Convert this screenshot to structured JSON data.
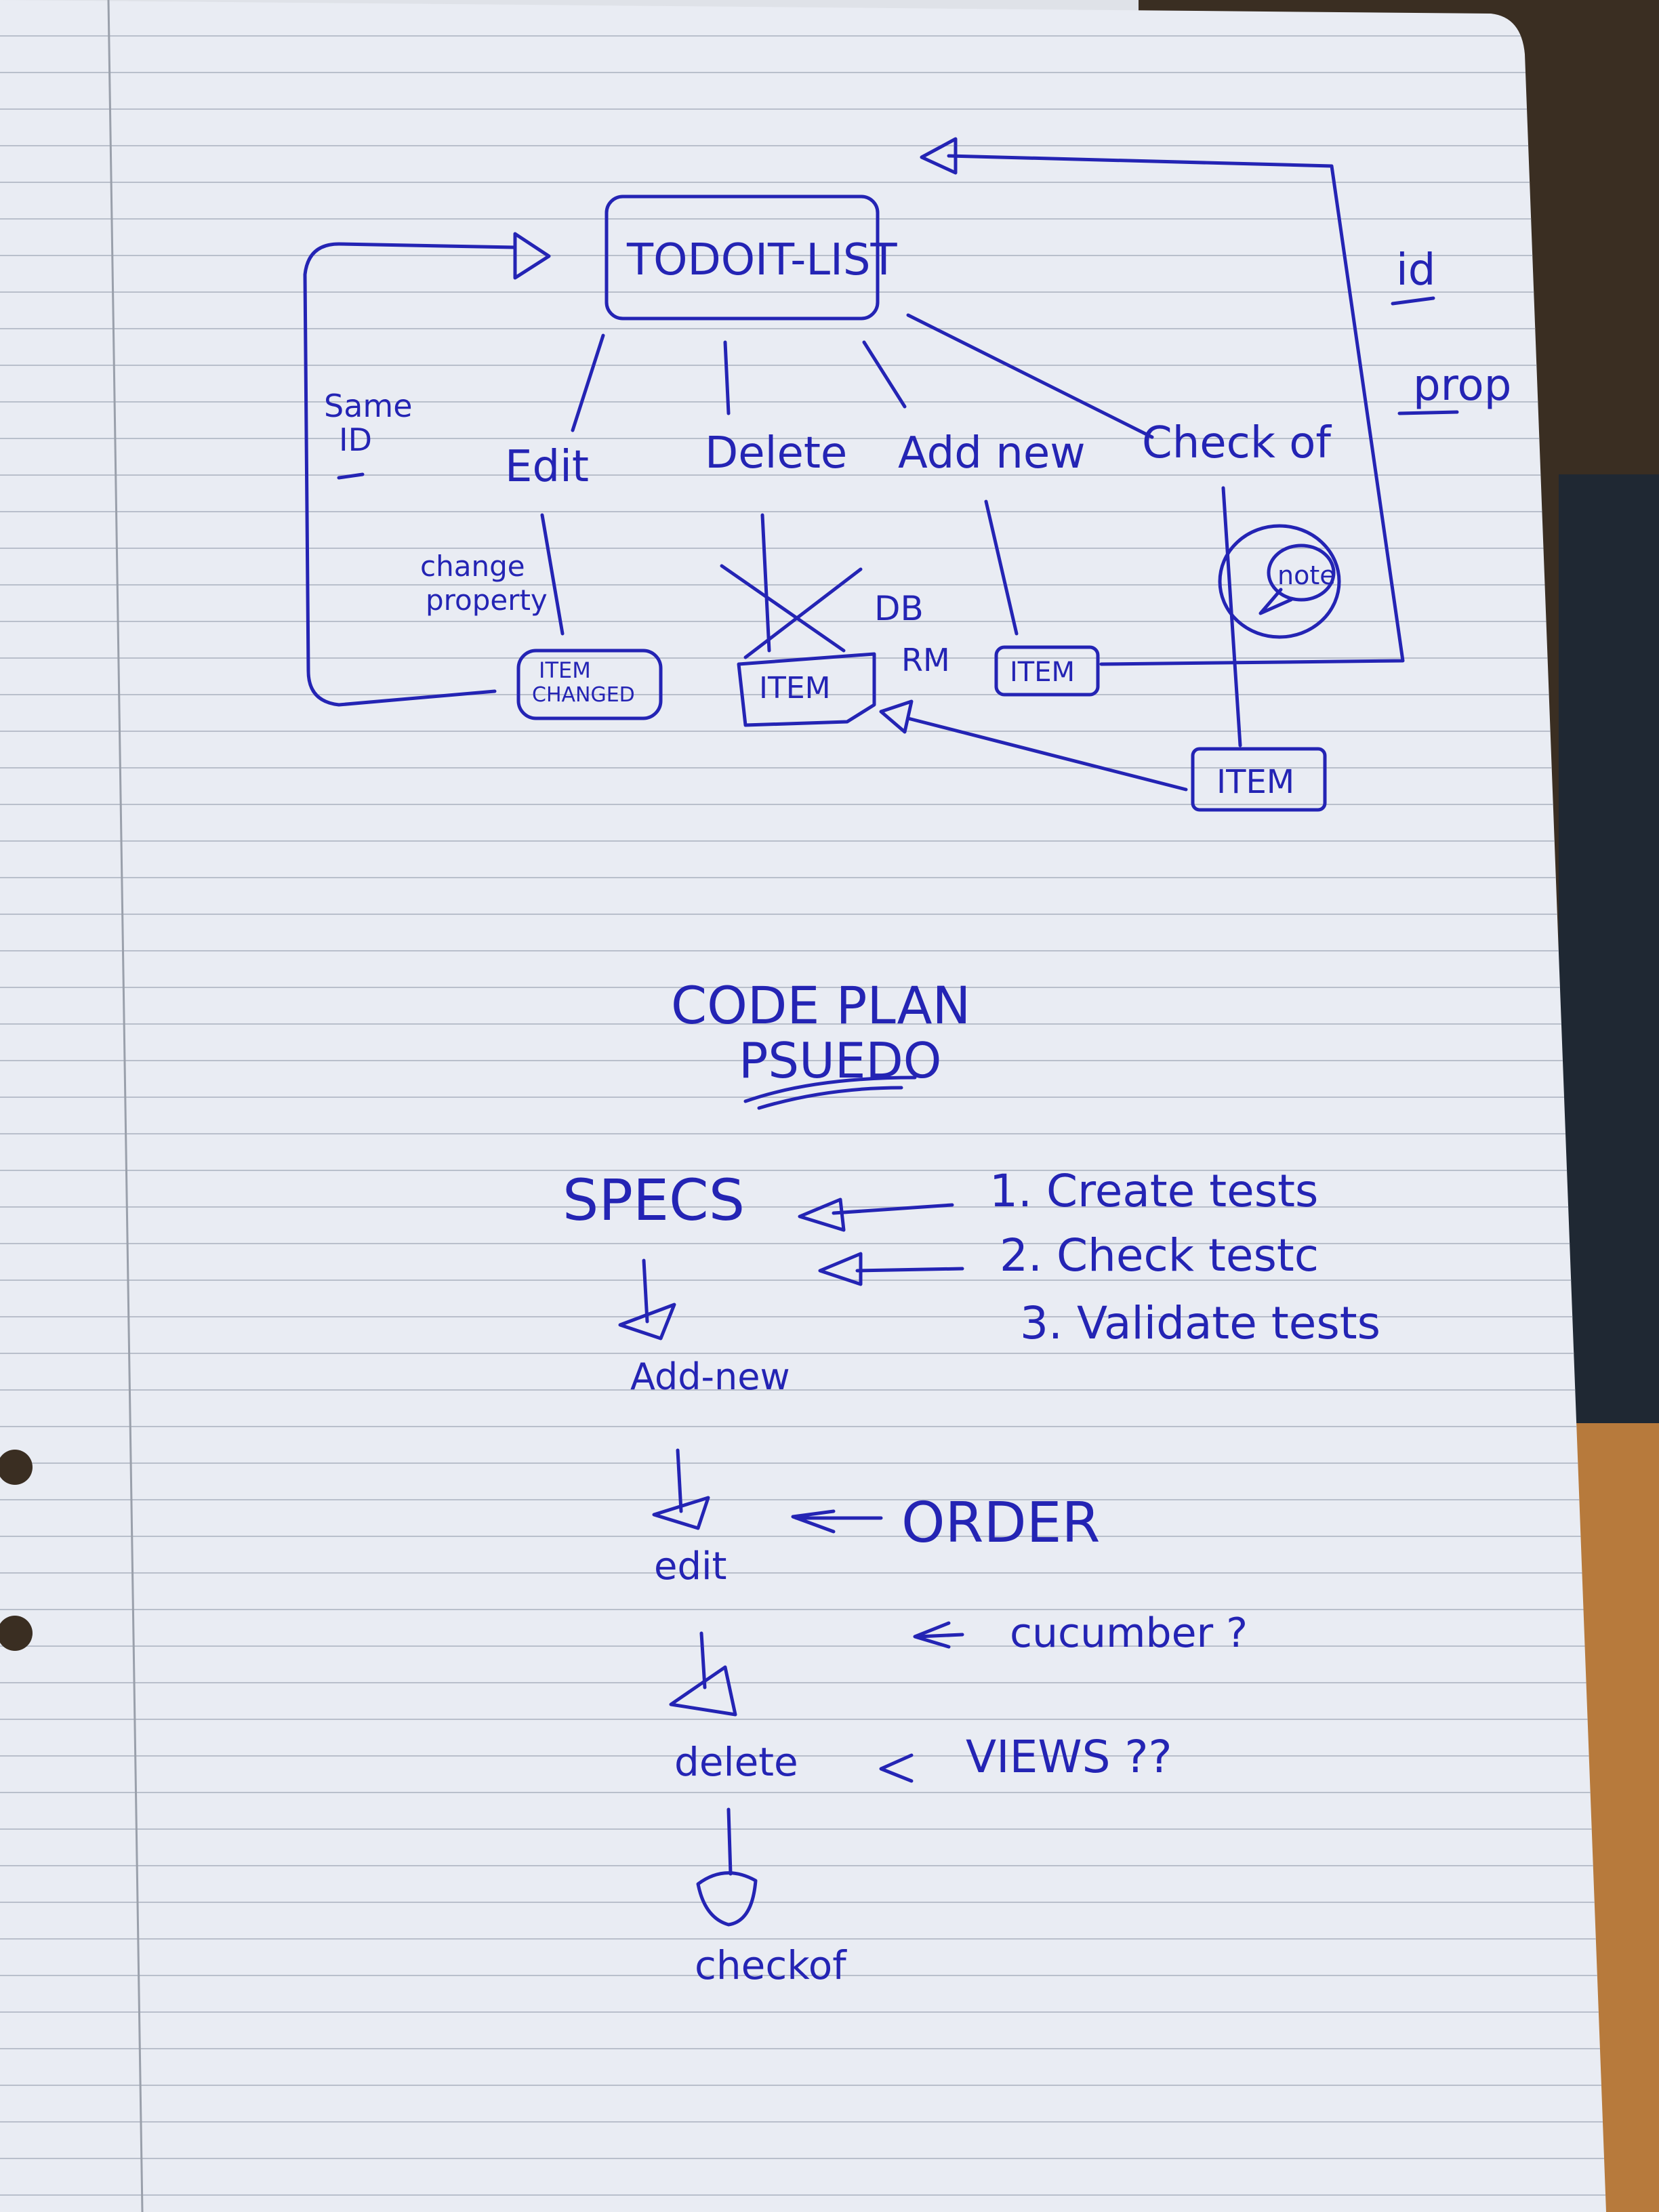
{
  "diagram": {
    "root": "TODOIT-LIST",
    "actions": {
      "edit": "Edit",
      "delete": "Delete",
      "add_new": "Add new",
      "check_of": "Check of"
    },
    "items": {
      "changed": [
        "ITEM",
        "CHANGED"
      ],
      "deleted": "ITEM",
      "added": "ITEM",
      "checked": "ITEM"
    },
    "annotations": {
      "same_id": [
        "Same",
        "ID"
      ],
      "change_property": [
        "change",
        "property"
      ],
      "db": "DB",
      "rm": "RM",
      "note": "note",
      "id": "id",
      "prop": "prop"
    }
  },
  "plan": {
    "title": "CODE PLAN",
    "subtitle": "PSUEDO",
    "specs": "SPECS",
    "steps": [
      "1. Create tests",
      "2. Check testc",
      "3. Validate tests"
    ],
    "flow": [
      "Add-new",
      "edit",
      "delete",
      "checkof"
    ],
    "notes": {
      "order": "ORDER",
      "cucumber": "cucumber ?",
      "views": "VIEWS ??"
    }
  },
  "colors": {
    "ink": "#2424b4",
    "paper": "#e9ecf3",
    "rule": "#b9bfcb",
    "background": "#3a2e22"
  }
}
